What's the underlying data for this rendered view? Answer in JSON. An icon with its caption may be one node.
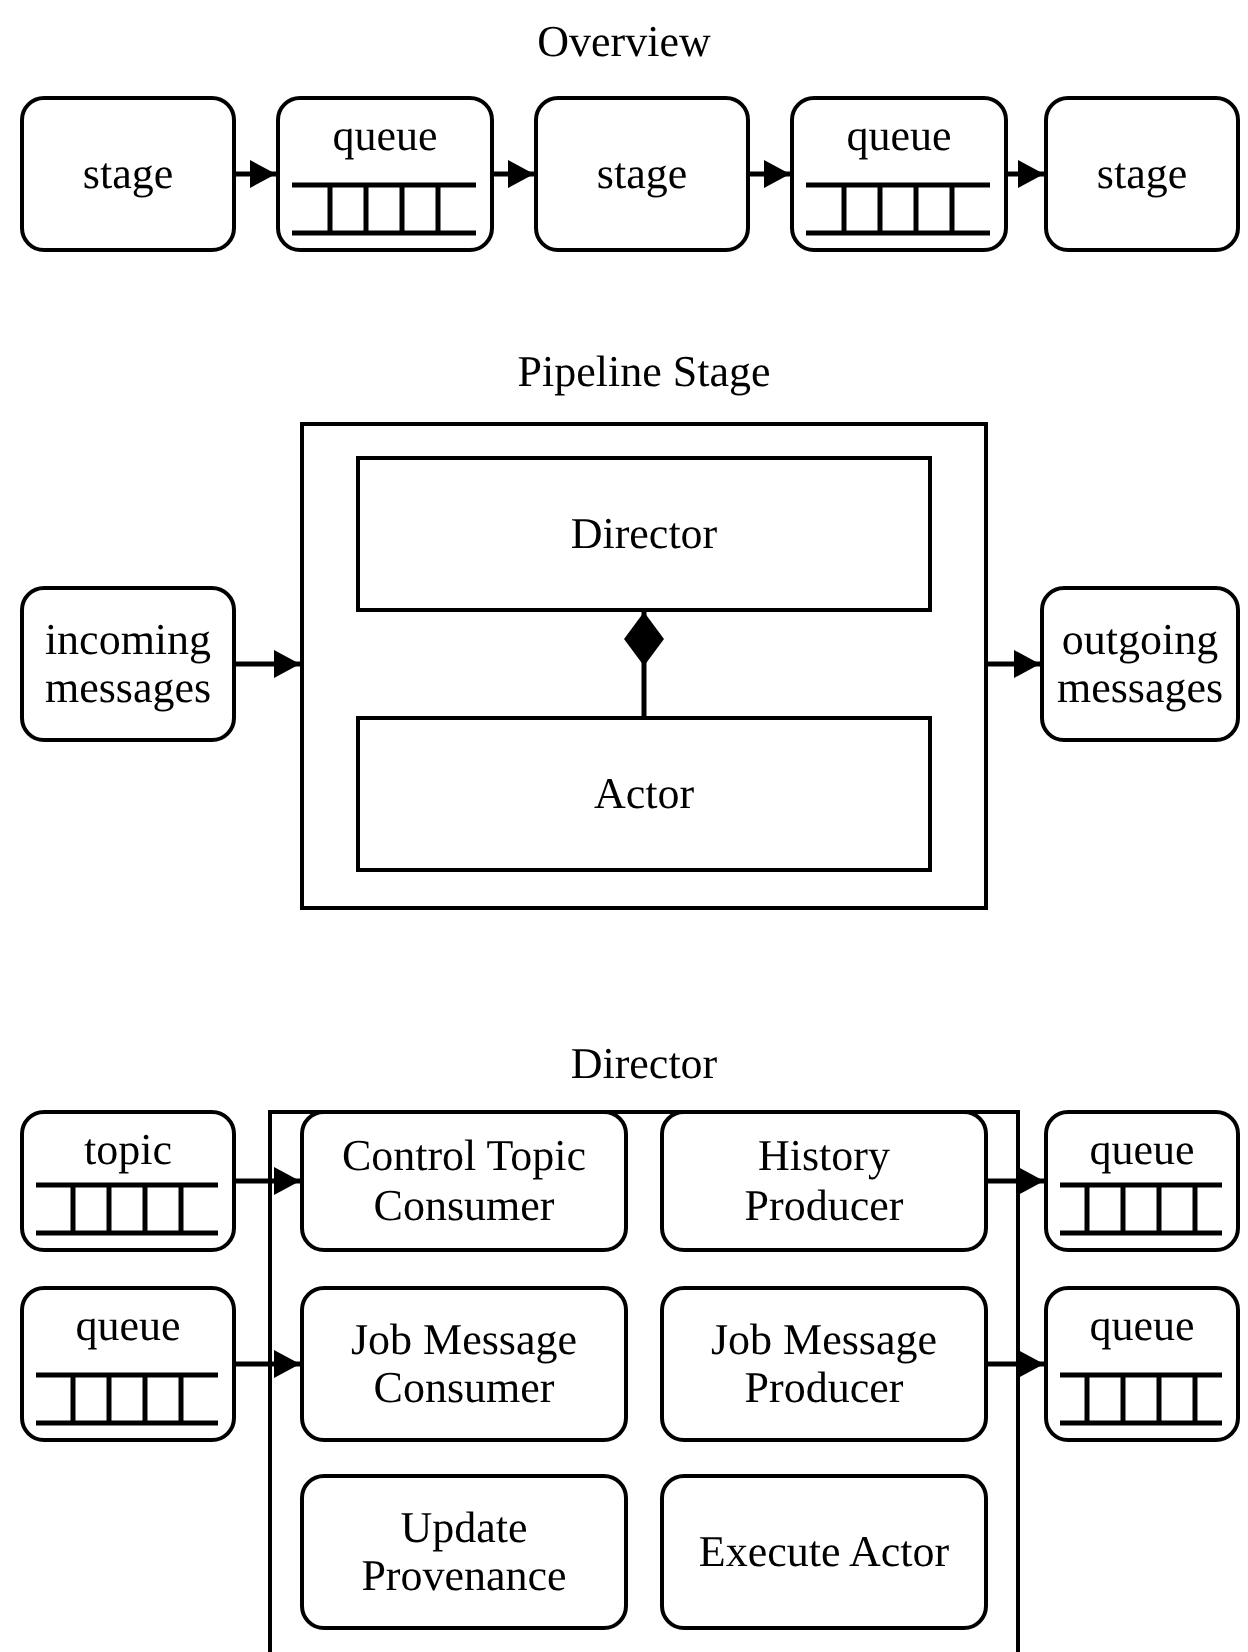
{
  "diagram": {
    "nodes": [
      {
        "text": [
          "stage"
        ]
      },
      {
        "text": [
          "queue"
        ]
      },
      {
        "text": [
          "stage"
        ]
      },
      {
        "text": [
          "queue"
        ]
      },
      {
        "text": [
          "stage"
        ]
      },
      {
        "text": [
          "incoming messages"
        ]
      },
      {
        "text": [
          "Pipeline Stage"
        ]
      },
      {
        "text": [
          "Director"
        ],
        "in": 6
      },
      {
        "text": [
          "Actor"
        ],
        "in": 6
      },
      {
        "text": [
          "outgoing messages"
        ]
      },
      {
        "text": [
          "topic"
        ]
      },
      {
        "text": [
          "queue"
        ]
      },
      {
        "text": [
          "Director"
        ]
      },
      {
        "text": [
          "Control Topic Consumer"
        ],
        "in": 12
      },
      {
        "text": [
          "History Producer"
        ],
        "in": 12
      },
      {
        "text": [
          "Job Message Consumer"
        ],
        "in": 12
      },
      {
        "text": [
          "Job Message Producer"
        ],
        "in": 12
      },
      {
        "text": [
          "Update Provenance"
        ],
        "in": 12
      },
      {
        "text": [
          "Execute Actor"
        ],
        "in": 12
      },
      {
        "text": [
          "queue"
        ]
      },
      {
        "text": [
          "queue"
        ]
      }
    ],
    "edges": [
      {
        "from": 0,
        "to": 1,
        "arrow": "to"
      },
      {
        "from": 1,
        "to": 2,
        "arrow": "to"
      },
      {
        "from": 2,
        "to": 3,
        "arrow": "to"
      },
      {
        "from": 3,
        "to": 4,
        "arrow": "to"
      },
      {
        "from": 5,
        "to": 6,
        "arrow": "to"
      },
      {
        "from": 6,
        "to": 9,
        "arrow": "to"
      },
      {
        "from": 8,
        "to": 7,
        "arrow": "other"
      },
      {
        "from": 10,
        "to": 13,
        "arrow": "to"
      },
      {
        "from": 11,
        "to": 15,
        "arrow": "to"
      },
      {
        "from": 14,
        "to": 19,
        "arrow": "to"
      },
      {
        "from": 16,
        "to": 20,
        "arrow": "to"
      }
    ],
    "labels": [
      "Overview"
    ]
  }
}
